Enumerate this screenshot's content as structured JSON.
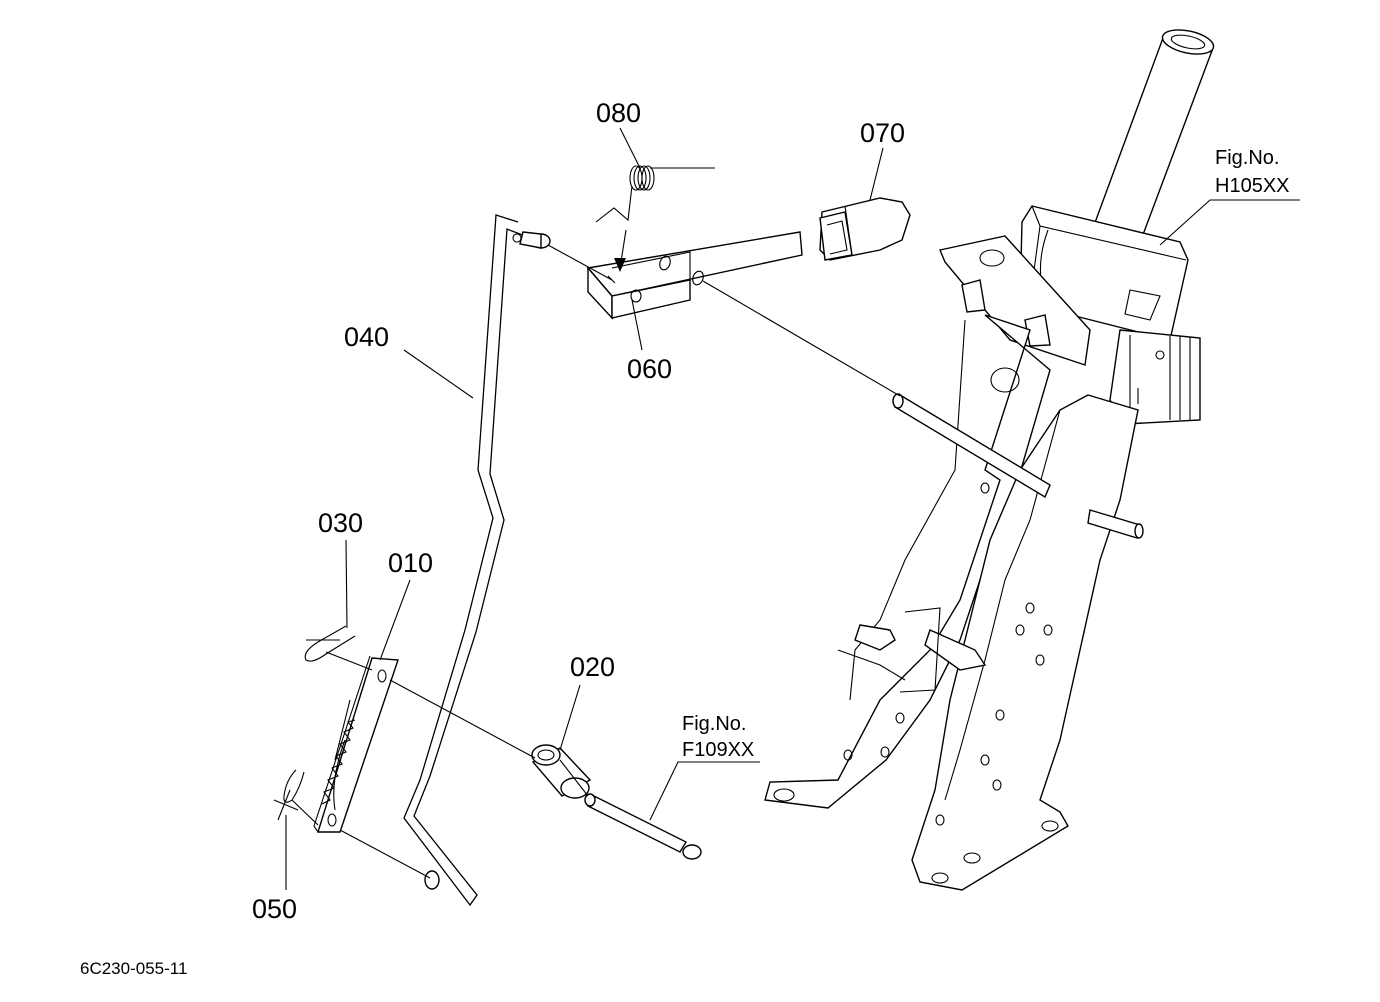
{
  "parts": {
    "p010": "010",
    "p020": "020",
    "p030": "030",
    "p040": "040",
    "p050": "050",
    "p060": "060",
    "p070": "070",
    "p080": "080"
  },
  "refs": {
    "ref_h_label": "Fig.No.",
    "ref_h_code": "H105XX",
    "ref_f_label": "Fig.No.",
    "ref_f_code": "F109XX"
  },
  "drawing_code": "6C230-055-11",
  "colors": {
    "line": "#000000",
    "background": "#ffffff"
  }
}
